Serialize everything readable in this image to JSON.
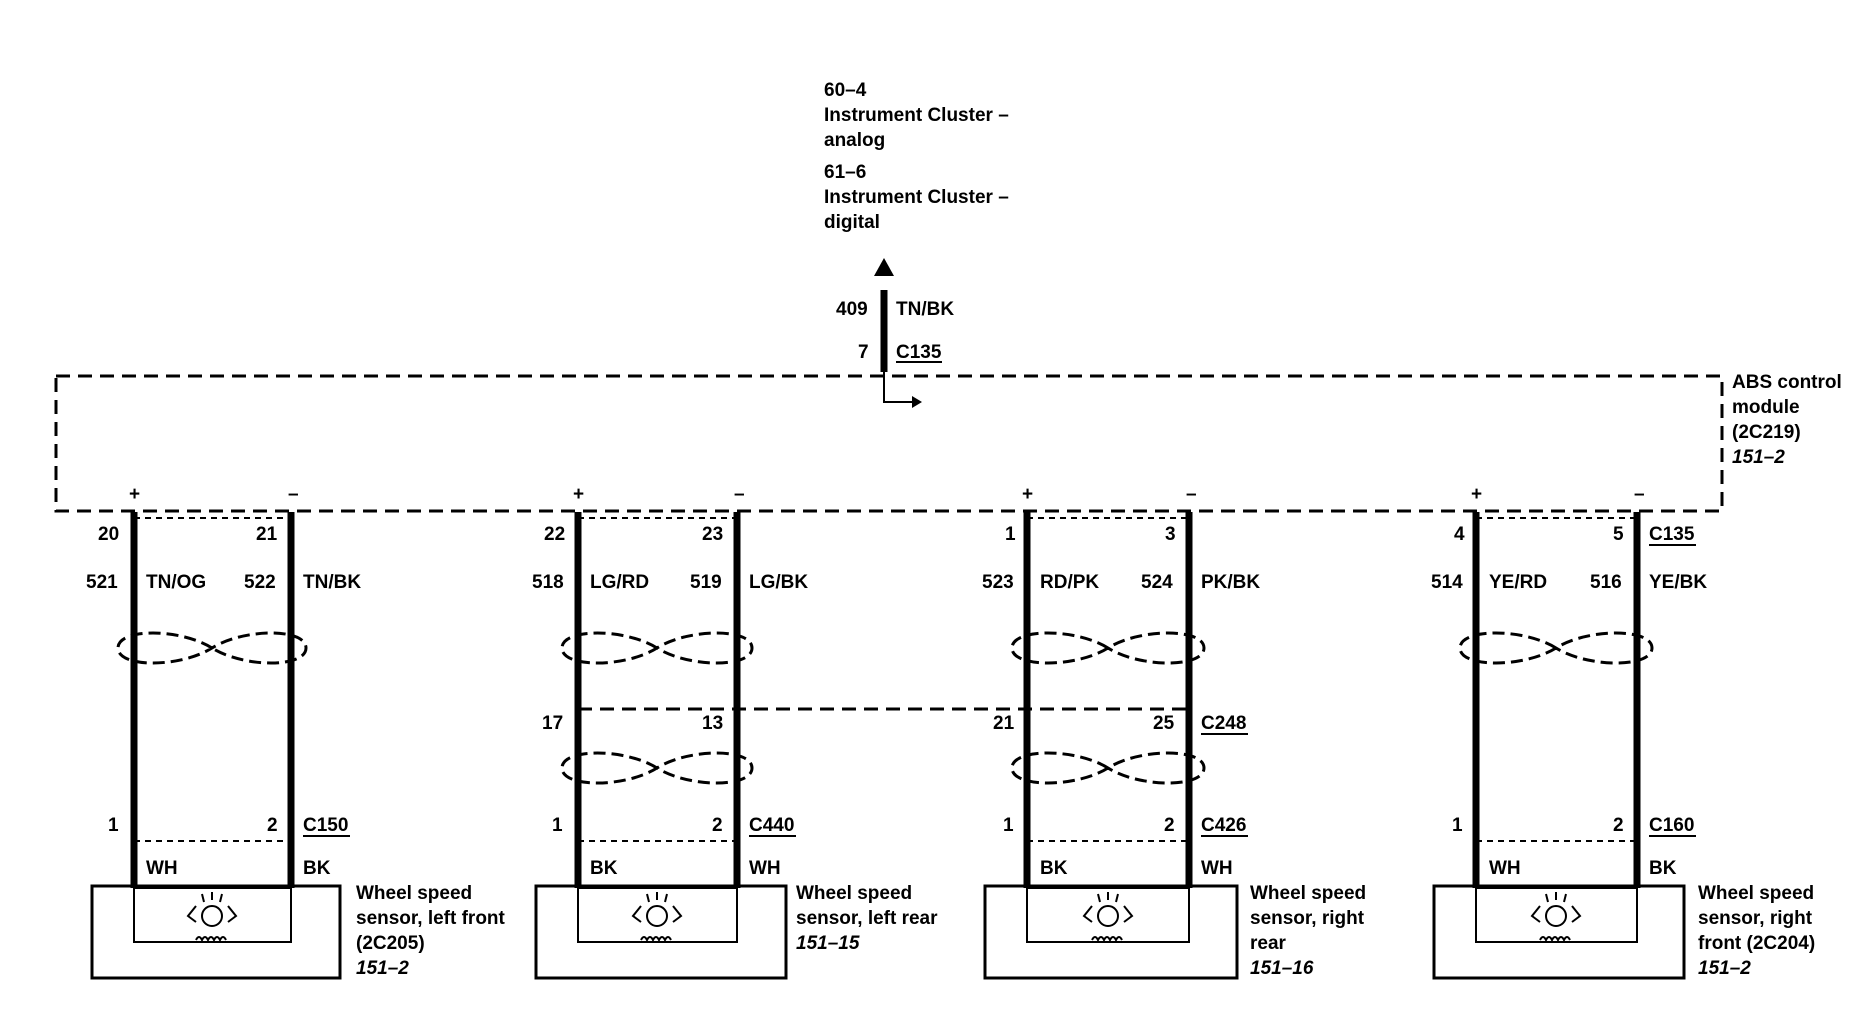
{
  "top_ref": {
    "ref1_code": "60–4",
    "ref1_line1": "Instrument Cluster –",
    "ref1_line2": "analog",
    "ref2_code": "61–6",
    "ref2_line1": "Instrument Cluster –",
    "ref2_line2": "digital"
  },
  "output_wire": {
    "circuit": "409",
    "color": "TN/BK",
    "pin": "7",
    "connector": "C135"
  },
  "module": {
    "line1": "ABS control",
    "line2": "module",
    "line3": "(2C219)",
    "page": "151–2"
  },
  "sensors": [
    {
      "plus": "+",
      "minus": "–",
      "pin_plus": "20",
      "pin_minus": "21",
      "pin_connector": "",
      "circ_plus": "521",
      "color_plus": "TN/OG",
      "circ_minus": "522",
      "color_minus": "TN/BK",
      "mid_plus": "",
      "mid_minus": "",
      "mid_connector": "",
      "low_plus": "1",
      "low_minus": "2",
      "low_connector": "C150",
      "lead_plus": "WH",
      "lead_minus": "BK",
      "label1": "Wheel speed",
      "label2": "sensor, left front",
      "label3": "(2C205)",
      "label4": "",
      "page": "151–2"
    },
    {
      "plus": "+",
      "minus": "–",
      "pin_plus": "22",
      "pin_minus": "23",
      "pin_connector": "",
      "circ_plus": "518",
      "color_plus": "LG/RD",
      "circ_minus": "519",
      "color_minus": "LG/BK",
      "mid_plus": "17",
      "mid_minus": "13",
      "mid_connector": "",
      "low_plus": "1",
      "low_minus": "2",
      "low_connector": "C440",
      "lead_plus": "BK",
      "lead_minus": "WH",
      "label1": "Wheel speed",
      "label2": "sensor, left rear",
      "label3": "",
      "label4": "",
      "page": "151–15"
    },
    {
      "plus": "+",
      "minus": "–",
      "pin_plus": "1",
      "pin_minus": "3",
      "pin_connector": "",
      "circ_plus": "523",
      "color_plus": "RD/PK",
      "circ_minus": "524",
      "color_minus": "PK/BK",
      "mid_plus": "21",
      "mid_minus": "25",
      "mid_connector": "C248",
      "low_plus": "1",
      "low_minus": "2",
      "low_connector": "C426",
      "lead_plus": "BK",
      "lead_minus": "WH",
      "label1": "Wheel speed",
      "label2": "sensor, right",
      "label3": "rear",
      "label4": "",
      "page": "151–16"
    },
    {
      "plus": "+",
      "minus": "–",
      "pin_plus": "4",
      "pin_minus": "5",
      "pin_connector": "C135",
      "circ_plus": "514",
      "color_plus": "YE/RD",
      "circ_minus": "516",
      "color_minus": "YE/BK",
      "mid_plus": "",
      "mid_minus": "",
      "mid_connector": "",
      "low_plus": "1",
      "low_minus": "2",
      "low_connector": "C160",
      "lead_plus": "WH",
      "lead_minus": "BK",
      "label1": "Wheel speed",
      "label2": "sensor, right",
      "label3": "front (2C204)",
      "label4": "",
      "page": "151–2"
    }
  ]
}
